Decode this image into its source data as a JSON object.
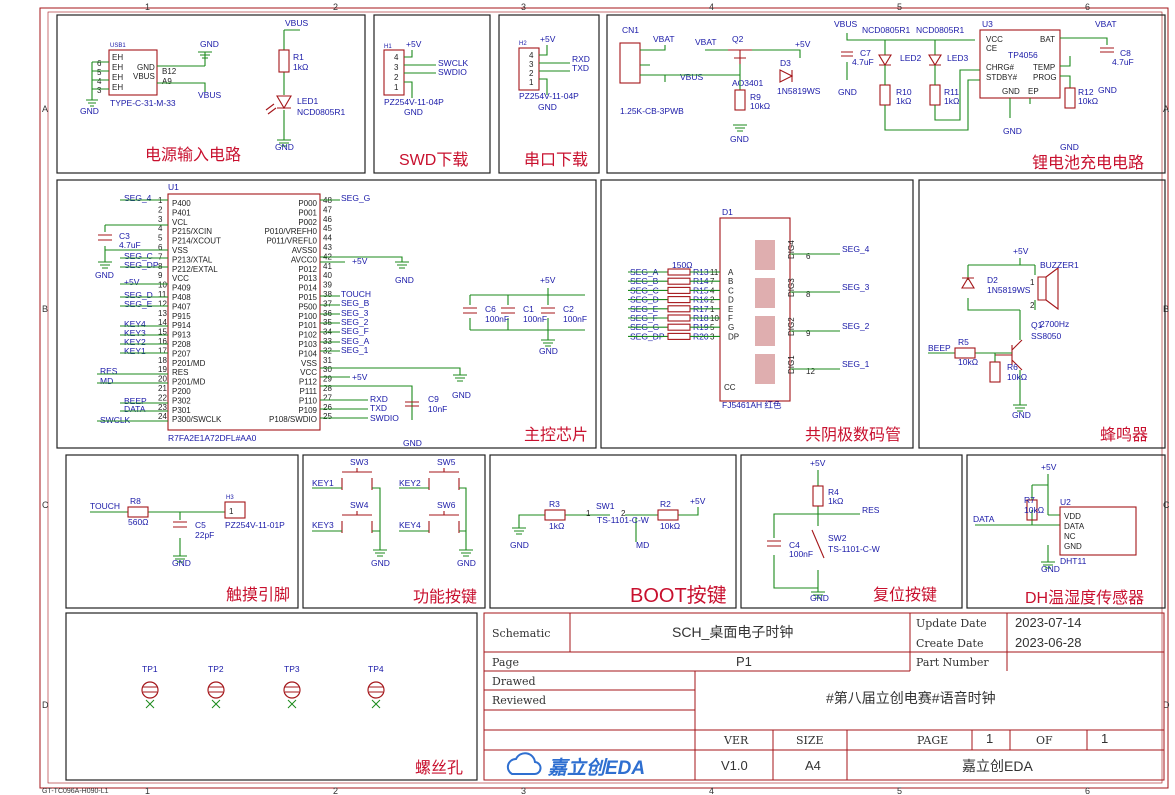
{
  "sheet": {
    "col_numbers": [
      "1",
      "2",
      "3",
      "4",
      "5",
      "6"
    ],
    "row_letters": [
      "A",
      "B",
      "C",
      "D"
    ],
    "footer_code": "GT-TC096A-H090-L1"
  },
  "blocks": {
    "power_input": "电源输入电路",
    "swd": "SWD下载",
    "uart": "串口下载",
    "charger": "锂电池充电电路",
    "mcu": "主控芯片",
    "display": "共阴极数码管",
    "buzzer": "蜂鸣器",
    "touch": "触摸引脚",
    "keys": "功能按键",
    "boot": "BOOT按键",
    "reset": "复位按键",
    "dht": "DH温湿度传感器",
    "screws": "螺丝孔"
  },
  "power_input": {
    "usb_ref": "USB1",
    "usb_pins": [
      "6",
      "5",
      "4",
      "3"
    ],
    "usb_pin_names": [
      "EH",
      "EH",
      "EH",
      "EH"
    ],
    "gnd_pin": "GND",
    "vbus_pin": "VBUS",
    "b12": "B12",
    "a9": "A9",
    "usb_part": "TYPE-C-31-M-33",
    "gnd": "GND",
    "vbus": "VBUS",
    "r1": "R1",
    "r1_val": "1kΩ",
    "led1": "LED1",
    "led1_part": "NCD0805R1"
  },
  "swd": {
    "ref": "H1",
    "v5": "+5V",
    "pins": [
      "4",
      "3",
      "2",
      "1"
    ],
    "swclk": "SWCLK",
    "swdio": "SWDIO",
    "part": "PZ254V-11-04P",
    "gnd": "GND"
  },
  "uart": {
    "ref": "H2",
    "v5": "+5V",
    "pins": [
      "4",
      "3",
      "2",
      "1"
    ],
    "rxd": "RXD",
    "txd": "TXD",
    "part": "PZ254V-11-04P",
    "gnd": "GND"
  },
  "charger": {
    "cn1": "CN1",
    "vbat": "VBAT",
    "vbus": "VBUS",
    "cn_part": "1.25K-CB-3PWB",
    "q2": "Q2",
    "q2_part": "AO3401",
    "d3": "D3",
    "d3_part": "1N5819WS",
    "v5": "+5V",
    "r9": "R9",
    "r9_val": "10kΩ",
    "gnd": "GND",
    "c7": "C7",
    "c7_val": "4.7uF",
    "led_part": "NCD0805R1",
    "led2": "LED2",
    "led3": "LED3",
    "r10": "R10",
    "r10_val": "1kΩ",
    "r11": "R11",
    "r11_val": "1kΩ",
    "u3": "U3",
    "u3_part": "TP4056",
    "u3_pins": [
      "VCC",
      "CE",
      "CHRG#",
      "STDBY#",
      "GND",
      "EP",
      "BAT",
      "TEMP",
      "PROG"
    ],
    "r12": "R12",
    "r12_val": "10kΩ",
    "c8": "C8",
    "c8_val": "4.7uF"
  },
  "mcu": {
    "ref": "U1",
    "part": "R7FA2E1A72DFL#AA0",
    "left_pins": [
      [
        "1",
        "P400"
      ],
      [
        "2",
        "P401"
      ],
      [
        "3",
        "VCL"
      ],
      [
        "4",
        "P215/XCIN"
      ],
      [
        "5",
        "P214/XCOUT"
      ],
      [
        "6",
        "VSS"
      ],
      [
        "7",
        "P213/XTAL"
      ],
      [
        "8",
        "P212/EXTAL"
      ],
      [
        "9",
        "VCC"
      ],
      [
        "10",
        "P409"
      ],
      [
        "11",
        "P408"
      ],
      [
        "12",
        "P407"
      ],
      [
        "13",
        "P915"
      ],
      [
        "14",
        "P914"
      ],
      [
        "15",
        "P913"
      ],
      [
        "16",
        "P208"
      ],
      [
        "17",
        "P207"
      ],
      [
        "18",
        "P201/MD"
      ],
      [
        "19",
        "RES"
      ],
      [
        "20",
        "P201/MD"
      ],
      [
        "21",
        "P200"
      ],
      [
        "22",
        "P302"
      ],
      [
        "23",
        "P301"
      ],
      [
        "24",
        "P300/SWCLK"
      ]
    ],
    "right_pins": [
      [
        "48",
        "P000"
      ],
      [
        "47",
        "P001"
      ],
      [
        "46",
        "P002"
      ],
      [
        "45",
        "P010/VREFH0"
      ],
      [
        "44",
        "P011/VREFL0"
      ],
      [
        "43",
        "AVSS0"
      ],
      [
        "42",
        "AVCC0"
      ],
      [
        "41",
        "P012"
      ],
      [
        "40",
        "P013"
      ],
      [
        "39",
        "P014"
      ],
      [
        "38",
        "P015"
      ],
      [
        "37",
        "P500"
      ],
      [
        "36",
        "P100"
      ],
      [
        "35",
        "P101"
      ],
      [
        "34",
        "P102"
      ],
      [
        "33",
        "P103"
      ],
      [
        "32",
        "P104"
      ],
      [
        "31",
        "VSS"
      ],
      [
        "30",
        "VCC"
      ],
      [
        "29",
        "P112"
      ],
      [
        "28",
        "P111"
      ],
      [
        "27",
        "P110"
      ],
      [
        "26",
        "P109"
      ],
      [
        "25",
        "P108/SWDIO"
      ]
    ],
    "left_nets": [
      "SEG_4",
      "SEG_C",
      "SEG_DP",
      "+5V",
      "SEG_D",
      "SEG_E",
      "KEY4",
      "KEY3",
      "KEY2",
      "KEY1",
      "RES",
      "MD",
      "BEEP",
      "DATA",
      "SWCLK"
    ],
    "right_nets": [
      "SEG_G",
      "TOUCH",
      "SEG_B",
      "SEG_3",
      "SEG_2",
      "SEG_F",
      "SEG_A",
      "SEG_1",
      "RXD",
      "TXD",
      "SWDIO"
    ],
    "c3": "C3",
    "c3_val": "4.7uF",
    "c6": "C6",
    "c1": "C1",
    "c2": "C2",
    "cap_val": "100nF",
    "c9": "C9",
    "c9_val": "10nF",
    "v5": "+5V",
    "gnd": "GND"
  },
  "display": {
    "ref": "D1",
    "part": "FJ5461AH 红色",
    "r_val": "150Ω",
    "seg_nets": [
      "SEG_A",
      "SEG_B",
      "SEG_C",
      "SEG_D",
      "SEG_E",
      "SEG_F",
      "SEG_G",
      "SEG_DP"
    ],
    "r_refs": [
      "R13",
      "R14",
      "R15",
      "R16",
      "R17",
      "R18",
      "R19",
      "R20"
    ],
    "pin_nums": [
      "11",
      "7",
      "4",
      "2",
      "1",
      "10",
      "5",
      "3"
    ],
    "seg_letters": [
      "A",
      "B",
      "C",
      "D",
      "E",
      "F",
      "G",
      "DP"
    ],
    "digs": [
      "DIG4",
      "DIG3",
      "DIG2",
      "DIG1"
    ],
    "dig_pins": [
      "6",
      "8",
      "9",
      "12"
    ],
    "dig_nets": [
      "SEG_4",
      "SEG_3",
      "SEG_2",
      "SEG_1"
    ],
    "cc": "CC"
  },
  "buzzer": {
    "v5": "+5V",
    "d2": "D2",
    "d2_part": "1N5819WS",
    "ref": "BUZZER1",
    "freq": "2700Hz",
    "q1": "Q1",
    "q1_part": "SS8050",
    "beep": "BEEP",
    "r5": "R5",
    "r5_val": "10kΩ",
    "r6": "R6",
    "r6_val": "10kΩ",
    "gnd": "GND"
  },
  "touch": {
    "net": "TOUCH",
    "r8": "R8",
    "r8_val": "560Ω",
    "c5": "C5",
    "c5_val": "22pF",
    "h3": "H3",
    "h3_part": "PZ254V-11-01P",
    "gnd": "GND"
  },
  "keys": {
    "switches": [
      "SW3",
      "SW4",
      "SW5",
      "SW6"
    ],
    "nets": [
      "KEY1",
      "KEY3",
      "KEY2",
      "KEY4"
    ],
    "gnd": "GND"
  },
  "boot": {
    "r3": "R3",
    "r3_val": "1kΩ",
    "sw1": "SW1",
    "sw_part": "TS-1101-C-W",
    "r2": "R2",
    "r2_val": "10kΩ",
    "v5": "+5V",
    "md": "MD",
    "gnd": "GND"
  },
  "reset": {
    "v5": "+5V",
    "r4": "R4",
    "r4_val": "1kΩ",
    "res": "RES",
    "c4": "C4",
    "c4_val": "100nF",
    "sw2": "SW2",
    "sw_part": "TS-1101-C-W",
    "gnd": "GND"
  },
  "dht": {
    "v5": "+5V",
    "r7": "R7",
    "r7_val": "10kΩ",
    "u2": "U2",
    "part": "DHT11",
    "pins": [
      "VDD",
      "DATA",
      "NC",
      "GND"
    ],
    "data": "DATA",
    "gnd": "GND"
  },
  "screws": {
    "refs": [
      "TP1",
      "TP2",
      "TP3",
      "TP4"
    ]
  },
  "title_block": {
    "schematic_label": "Schematic",
    "title": "SCH_桌面电子时钟",
    "update_label": "Update Date",
    "update_value": "2023-07-14",
    "create_label": "Create Date",
    "create_value": "2023-06-28",
    "page_label": "Page",
    "page_value": "P1",
    "part_label": "Part Number",
    "drawed_label": "Drawed",
    "reviewed_label": "Reviewed",
    "description": "#第八届立创电赛#语音时钟",
    "ver_label": "VER",
    "size_label": "SIZE",
    "page2_label": "PAGE",
    "page_num": "1",
    "of_label": "OF",
    "page_total": "1",
    "ver_value": "V1.0",
    "size_value": "A4",
    "company": "嘉立创EDA",
    "logo_text": "嘉立创EDA"
  }
}
